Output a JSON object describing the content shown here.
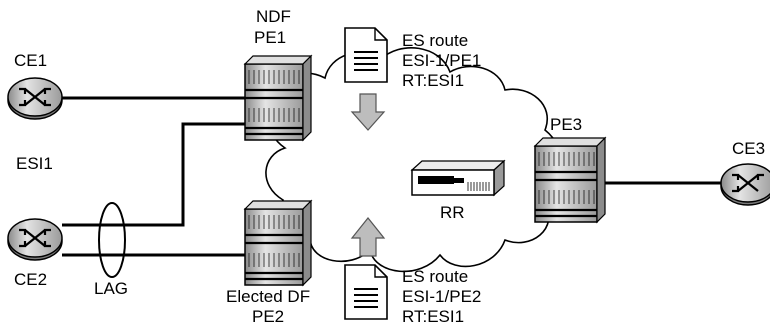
{
  "nodes": {
    "ce1": "CE1",
    "ce2": "CE2",
    "ce3": "CE3",
    "pe1_role": "NDF",
    "pe1_name": "PE1",
    "pe2_role": "Elected DF",
    "pe2_name": "PE2",
    "pe3_name": "PE3",
    "rr": "RR"
  },
  "segments": {
    "esi": "ESI1",
    "lag": "LAG"
  },
  "routes": {
    "pe1": [
      "ES route",
      "ESI-1/PE1",
      "RT:ESI1"
    ],
    "pe2": [
      "ES route",
      "ESI-1/PE2",
      "RT:ESI1"
    ]
  },
  "colors": {
    "router_gray": "#c8c8c8",
    "arrow_gray": "#bdbdbd",
    "line": "#000000"
  },
  "icons": {
    "ce": "router-x-icon",
    "pe": "switch-stack-icon",
    "rr": "route-reflector-icon",
    "route": "document-icon"
  }
}
